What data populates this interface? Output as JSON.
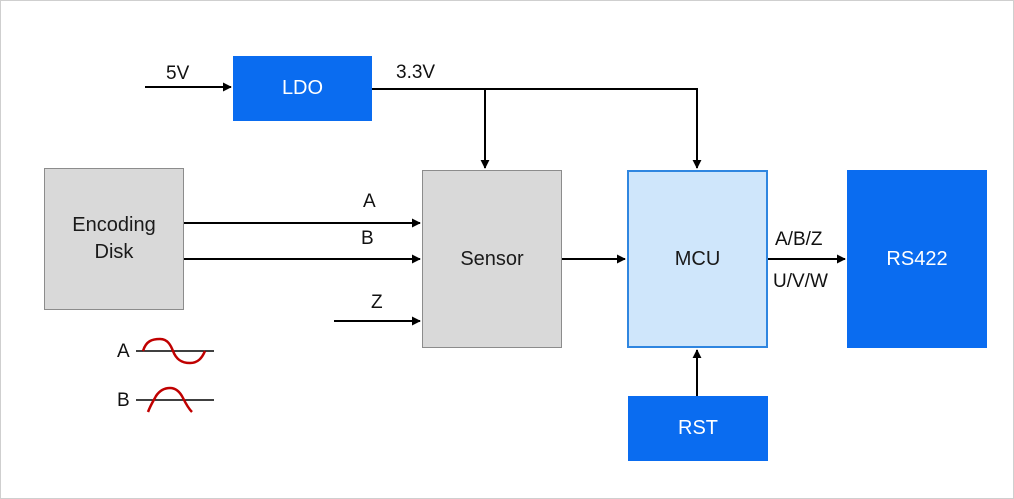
{
  "blocks": {
    "ldo": "LDO",
    "encoding_disk_line1": "Encoding",
    "encoding_disk_line2": "Disk",
    "sensor": "Sensor",
    "mcu": "MCU",
    "rs422": "RS422",
    "rst": "RST"
  },
  "signals": {
    "input_5v": "5V",
    "rail_3v3": "3.3V",
    "a": "A",
    "b": "B",
    "z": "Z",
    "mcu_out_top": "A/B/Z",
    "mcu_out_bottom": "U/V/W"
  },
  "legend": {
    "a": "A",
    "b": "B"
  },
  "colors": {
    "block_blue": "#0a6cf0",
    "block_grey": "#d9d9d9",
    "block_light": "#cfe6fb",
    "waveform": "#c00000"
  }
}
